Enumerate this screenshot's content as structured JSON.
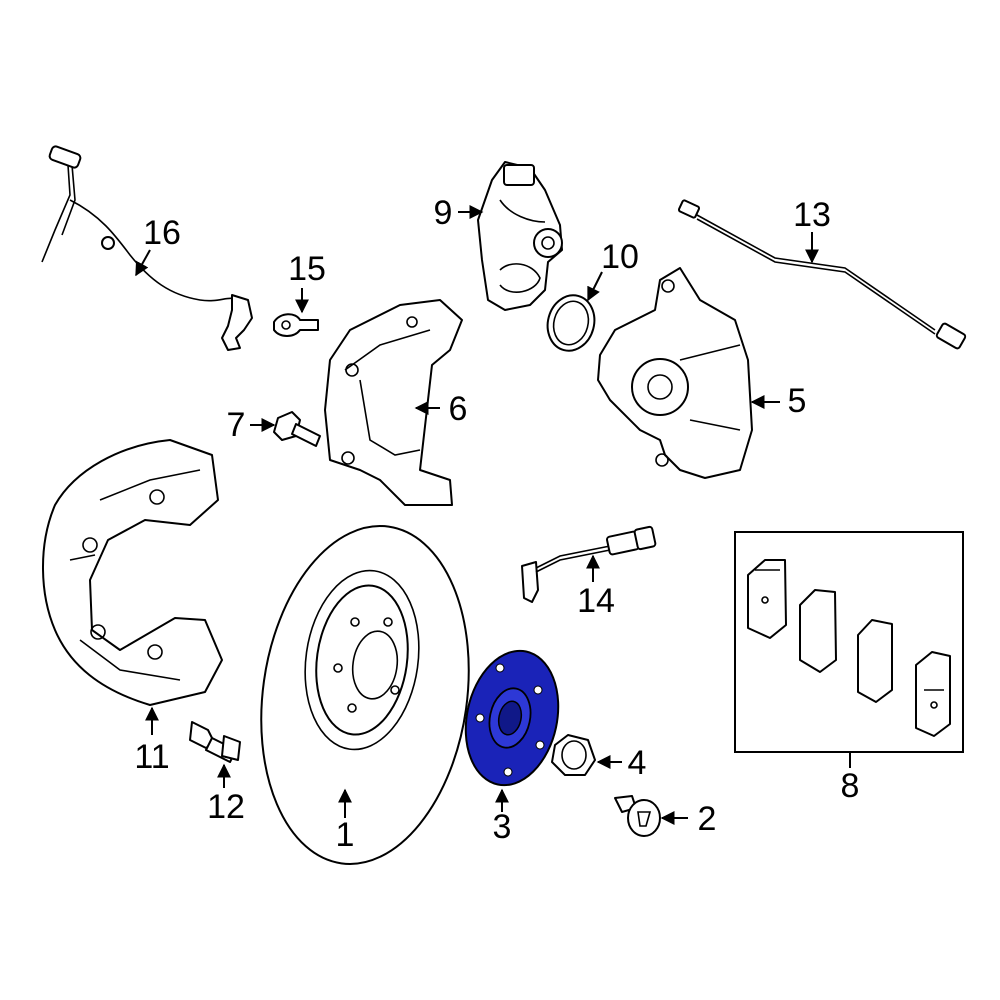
{
  "diagram": {
    "highlight_color": "#1a23b8",
    "highlighted_part": "3",
    "callouts": {
      "c1": "1",
      "c2": "2",
      "c3": "3",
      "c4": "4",
      "c5": "5",
      "c6": "6",
      "c7": "7",
      "c8": "8",
      "c9": "9",
      "c10": "10",
      "c11": "11",
      "c12": "12",
      "c13": "13",
      "c14": "14",
      "c15": "15",
      "c16": "16"
    }
  }
}
